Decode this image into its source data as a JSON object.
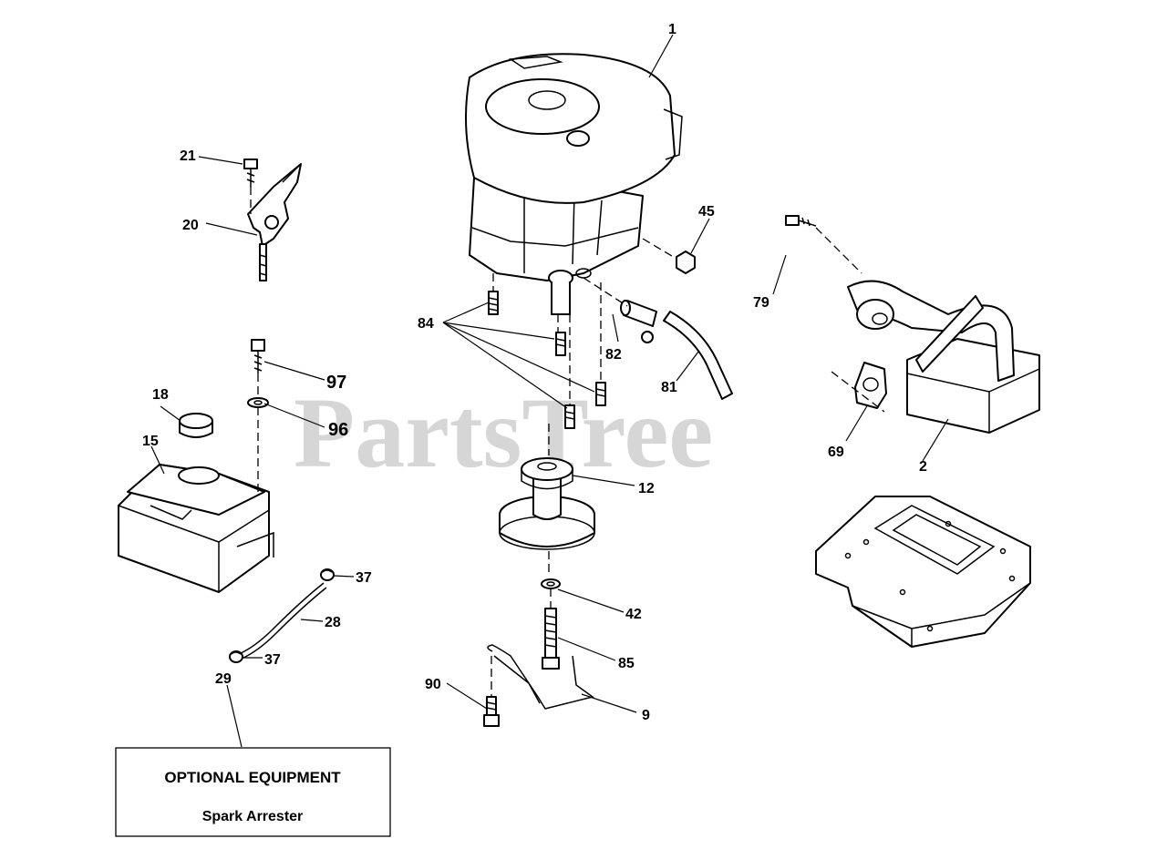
{
  "watermark": "PartsTree",
  "labels": {
    "p1": "1",
    "p2": "2",
    "p9": "9",
    "p12": "12",
    "p15": "15",
    "p18": "18",
    "p20": "20",
    "p21": "21",
    "p28": "28",
    "p29": "29",
    "p37a": "37",
    "p37b": "37",
    "p42": "42",
    "p45": "45",
    "p69": "69",
    "p79": "79",
    "p81": "81",
    "p82": "82",
    "p84": "84",
    "p85": "85",
    "p90": "90",
    "p96": "96",
    "p97": "97"
  },
  "optional_box": {
    "title": "OPTIONAL EQUIPMENT",
    "item": "Spark Arrester"
  }
}
